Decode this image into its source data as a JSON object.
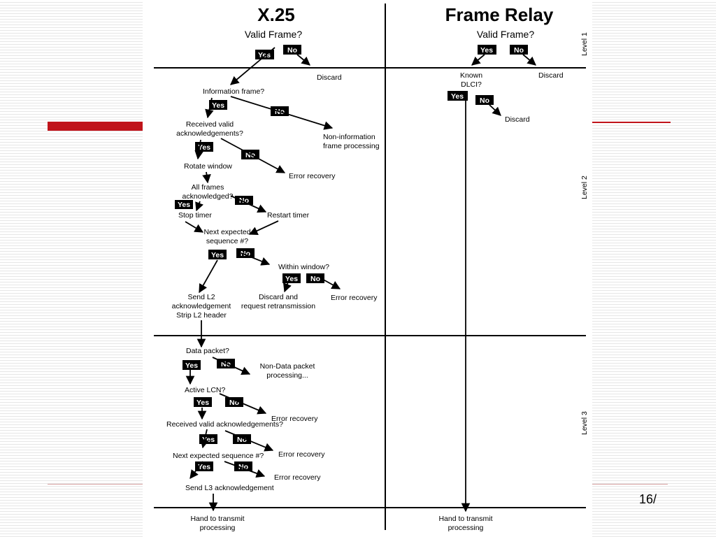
{
  "page_number": "16/",
  "columns": {
    "x25": {
      "title": "X.25",
      "valid_frame": "Valid Frame?"
    },
    "fr": {
      "title": "Frame Relay",
      "valid_frame": "Valid Frame?"
    }
  },
  "levels": [
    "Level 1",
    "Level 2",
    "Level 3"
  ],
  "yes": "Yes",
  "no": "No",
  "x25": {
    "discard": "Discard",
    "information_frame": "Information frame?",
    "received_valid_ack_1": "Received valid",
    "received_valid_ack_2": "acknowledgements?",
    "non_information_1": "Non-information",
    "non_information_2": "frame processing",
    "rotate_window": "Rotate window",
    "error_recovery": "Error recovery",
    "all_frames_1": "All frames",
    "all_frames_2": "acknowledged?",
    "stop_timer": "Stop timer",
    "restart_timer": "Restart timer",
    "next_expected_1": "Next expected",
    "next_expected_2": "sequence #?",
    "within_window": "Within window?",
    "send_l2_1": "Send L2",
    "send_l2_2": "acknowledgement",
    "send_l2_3": "Strip L2 header",
    "discard_request_1": "Discard and",
    "discard_request_2": "request retransmission",
    "data_packet": "Data packet?",
    "non_data_1": "Non-Data packet",
    "non_data_2": "processing...",
    "active_lcn": "Active LCN?",
    "received_valid_l3": "Received valid acknowledgements?",
    "next_expected_l3": "Next expected sequence #?",
    "send_l3_ack": "Send L3 acknowledgement",
    "hand_1": "Hand to transmit",
    "hand_2": "processing"
  },
  "fr": {
    "discard": "Discard",
    "known_1": "Known",
    "known_2": "DLCI?",
    "hand_1": "Hand to transmit",
    "hand_2": "processing"
  }
}
